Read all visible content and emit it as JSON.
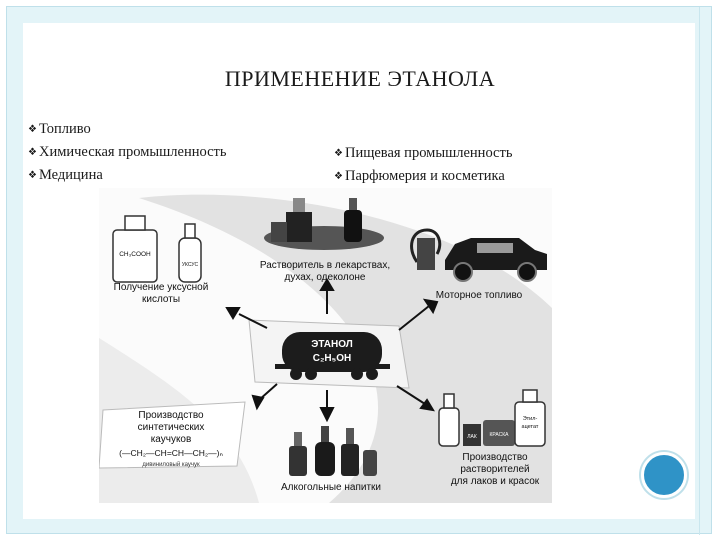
{
  "title": "ПРИМЕНЕНИЕ ЭТАНОЛА",
  "bullets_left": [
    "Топливо",
    "Химическая промышленность",
    "Медицина"
  ],
  "bullets_right": [
    "Пищевая промышленность",
    "Парфюмерия и косметика"
  ],
  "bullet_marker": "❖",
  "diagram": {
    "tank_line1": "ЭТАНОЛ",
    "tank_line2": "C₂H₅OH",
    "perfume_caption_1": "Растворитель в лекарствах,",
    "perfume_caption_2": "духах, одеколоне",
    "acid_caption_1": "Получение уксусной",
    "acid_caption_2": "кислоты",
    "acid_bottle_label": "CH₃COOH",
    "acid_bottle_small_label": "УКСУС",
    "fuel_caption": "Моторное топливо",
    "rubber_caption_1": "Производство",
    "rubber_caption_2": "синтетических",
    "rubber_caption_3": "каучуков",
    "rubber_formula": "(—CH₂—CH=CH—CH₂—)ₙ",
    "rubber_sub": "дивиниловый каучук",
    "drinks_caption": "Алкогольные напитки",
    "solvent_caption_1": "Производство",
    "solvent_caption_2": "растворителей",
    "solvent_caption_3": "для лаков и красок",
    "ethyl_acetate_label_1": "Этил-",
    "ethyl_acetate_label_2": "ацетат",
    "paint_label": "КРАСКА",
    "lacquer_label": "ЛАК"
  }
}
